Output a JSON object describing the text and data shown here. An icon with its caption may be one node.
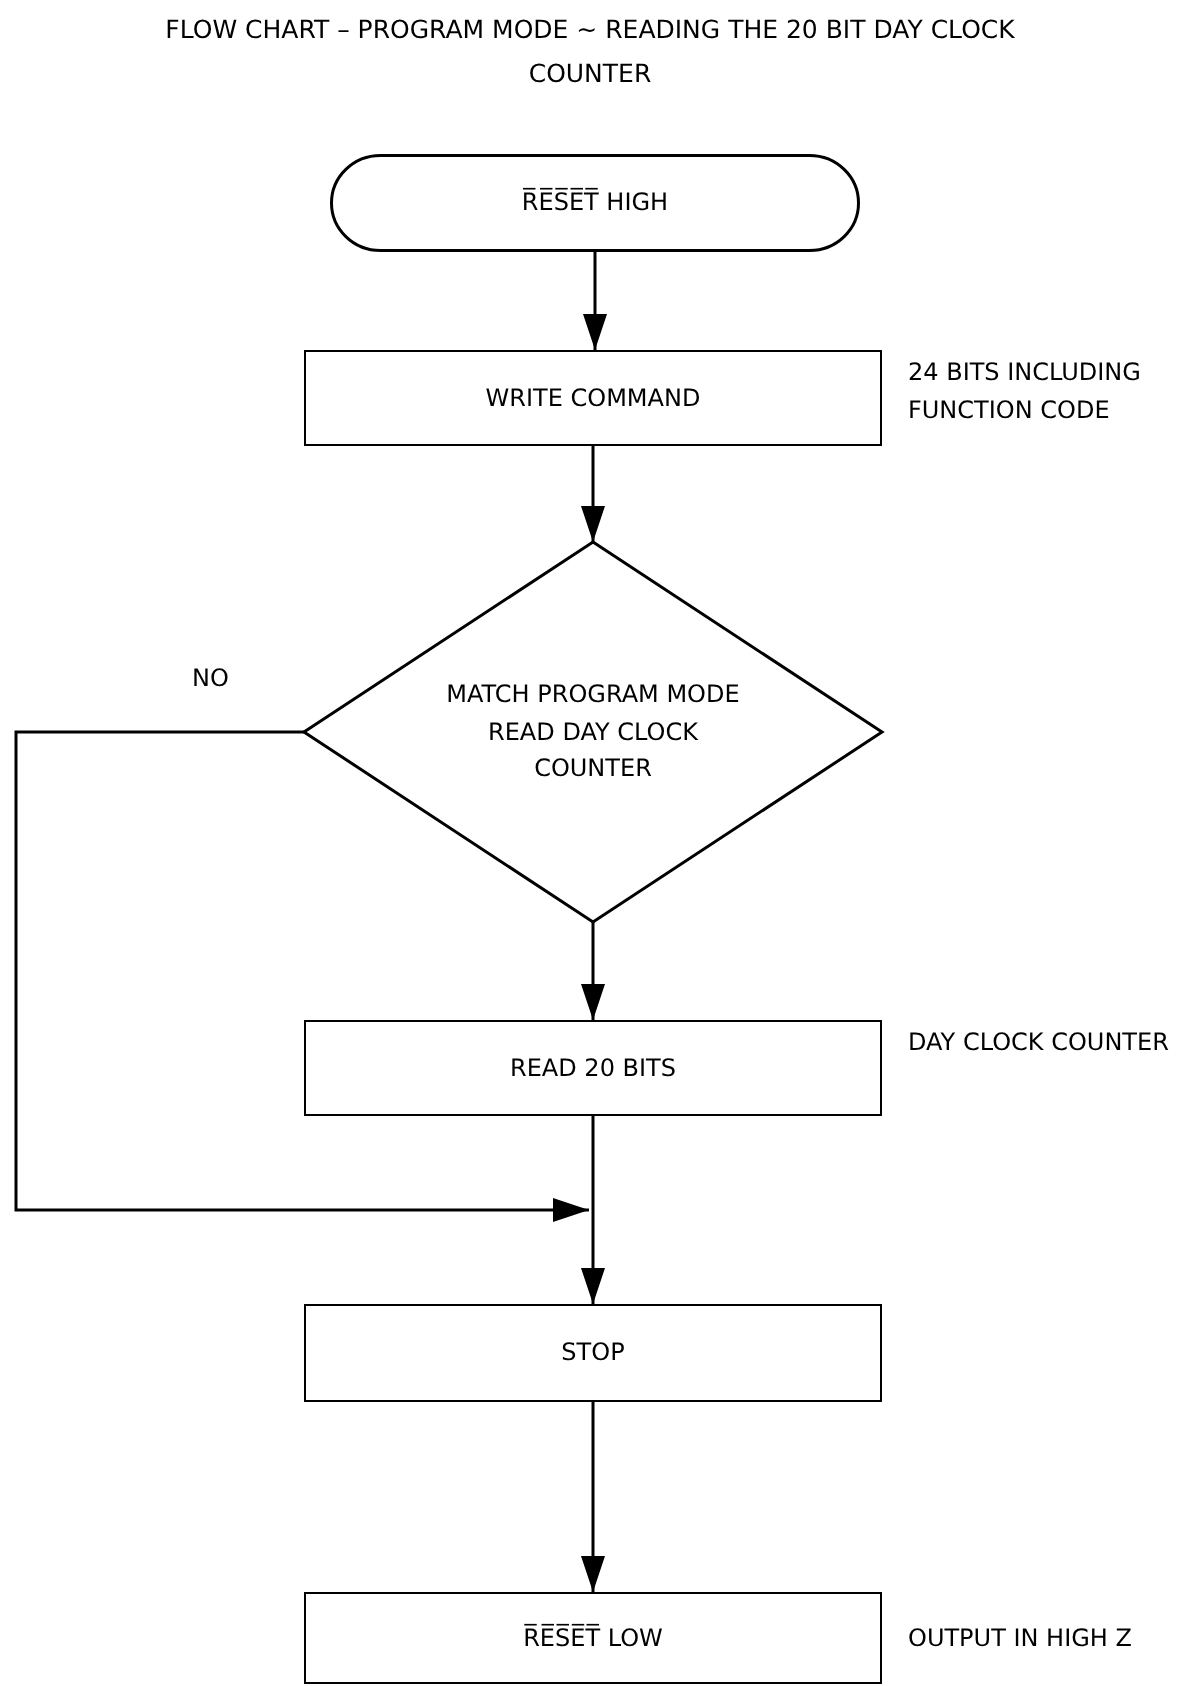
{
  "diagram": {
    "title": "FLOW CHART – PROGRAM MODE ~ READING THE 20 BIT DAY CLOCK COUNTER",
    "nodes": [
      {
        "text": [
          "R̅E̅S̅E̅T̅ HIGH"
        ]
      },
      {
        "text": [
          "WRITE COMMAND"
        ],
        "beside": [
          "24 BITS INCLUDING FUNCTION CODE"
        ]
      },
      {
        "text": [
          "MATCH PROGRAM MODE READ DAY CLOCK COUNTER"
        ]
      },
      {
        "text": [
          "READ 20 BITS"
        ],
        "beside": [
          "DAY CLOCK COUNTER"
        ]
      },
      {
        "text": [
          "STOP"
        ]
      },
      {
        "text": [
          "R̅E̅S̅E̅T̅ LOW"
        ],
        "beside": [
          "OUTPUT IN HIGH Z"
        ]
      }
    ],
    "edges": [
      {
        "from": 0,
        "to": 1,
        "arrow": "to"
      },
      {
        "from": 1,
        "to": 2,
        "arrow": "to"
      },
      {
        "from": 2,
        "to": 3,
        "arrow": "to"
      },
      {
        "from": 2,
        "to": 4,
        "arrow": "to",
        "label": "NO"
      },
      {
        "from": 3,
        "to": 4,
        "arrow": "to"
      },
      {
        "from": 4,
        "to": 5,
        "arrow": "to"
      }
    ]
  }
}
